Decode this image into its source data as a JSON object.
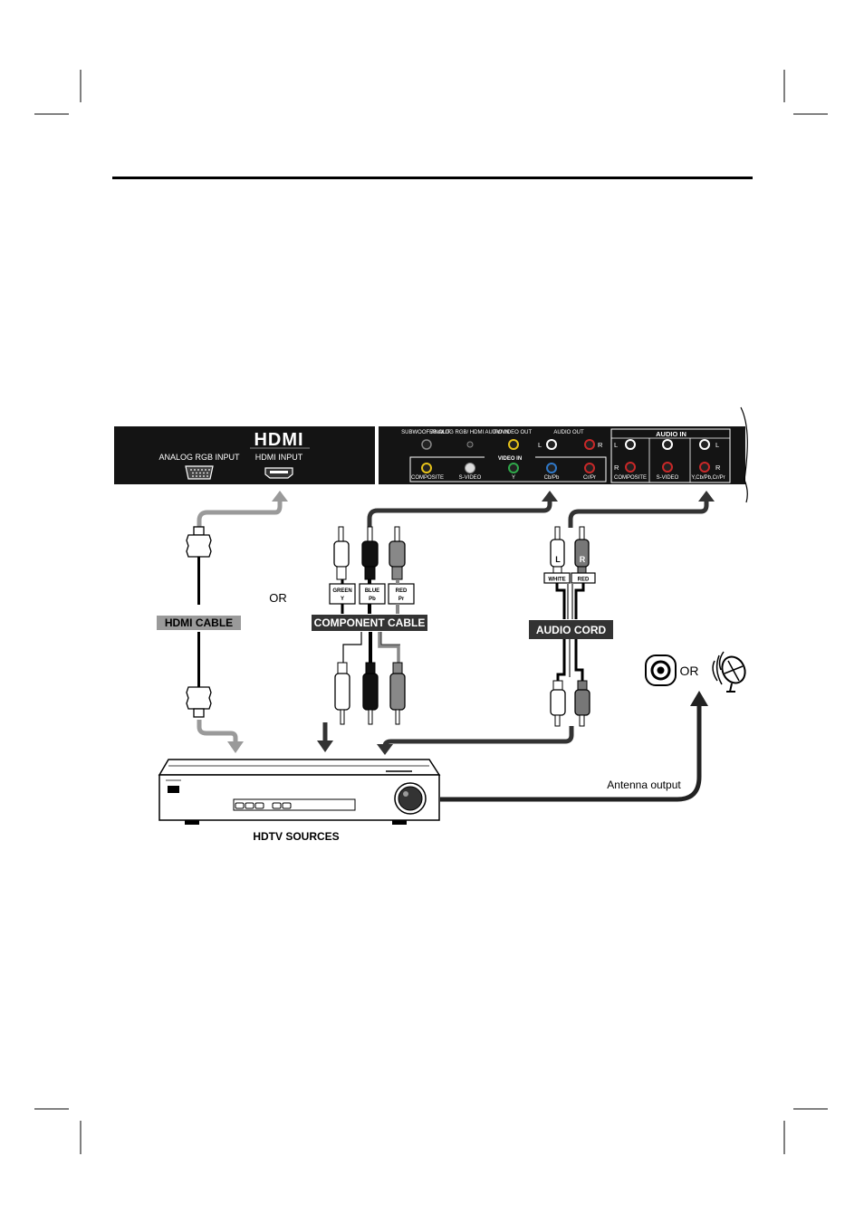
{
  "tv_panel": {
    "hdmi_logo": "HDMI",
    "analog_rgb_input": "ANALOG RGB INPUT",
    "hdmi_input": "HDMI INPUT",
    "subwoofer_out": "SUBWOOFER OUT",
    "analog_rgb_audio_in": "ANALOG RGB/ HDMI AUDIO IN",
    "tv_video_out": "TV/VIDEO OUT",
    "audio_out": "AUDIO OUT",
    "video_in": "VIDEO IN",
    "video_in_ports": [
      "COMPOSITE",
      "S-VIDEO",
      "Y",
      "Cb/Pb",
      "Cr/Pr"
    ],
    "audio_in": "AUDIO IN",
    "audio_in_ports": [
      "COMPOSITE",
      "S-VIDEO",
      "Y,Cb/Pb,Cr/Pr"
    ],
    "left": "L",
    "right": "R"
  },
  "cables": {
    "hdmi": "HDMI CABLE",
    "or_1": "OR",
    "component": "COMPONENT CABLE",
    "component_tags": [
      {
        "color": "GREEN",
        "signal": "Y"
      },
      {
        "color": "BLUE",
        "signal": "Pb"
      },
      {
        "color": "RED",
        "signal": "Pr"
      }
    ],
    "audio": "AUDIO CORD",
    "audio_tags": [
      {
        "channel": "L",
        "color": "WHITE"
      },
      {
        "channel": "R",
        "color": "RED"
      }
    ],
    "or_2": "OR"
  },
  "source": {
    "label": "HDTV SOURCES",
    "antenna_output": "Antenna output"
  },
  "colors": {
    "ink": "#1a1a1a",
    "panel": "#141414",
    "arrow_gray": "#9a9a9a",
    "arrow_dark": "#333333",
    "port_yellow": "#e6c21a",
    "port_green": "#2fa84a",
    "port_blue": "#2f78c8",
    "port_red": "#c82828"
  }
}
